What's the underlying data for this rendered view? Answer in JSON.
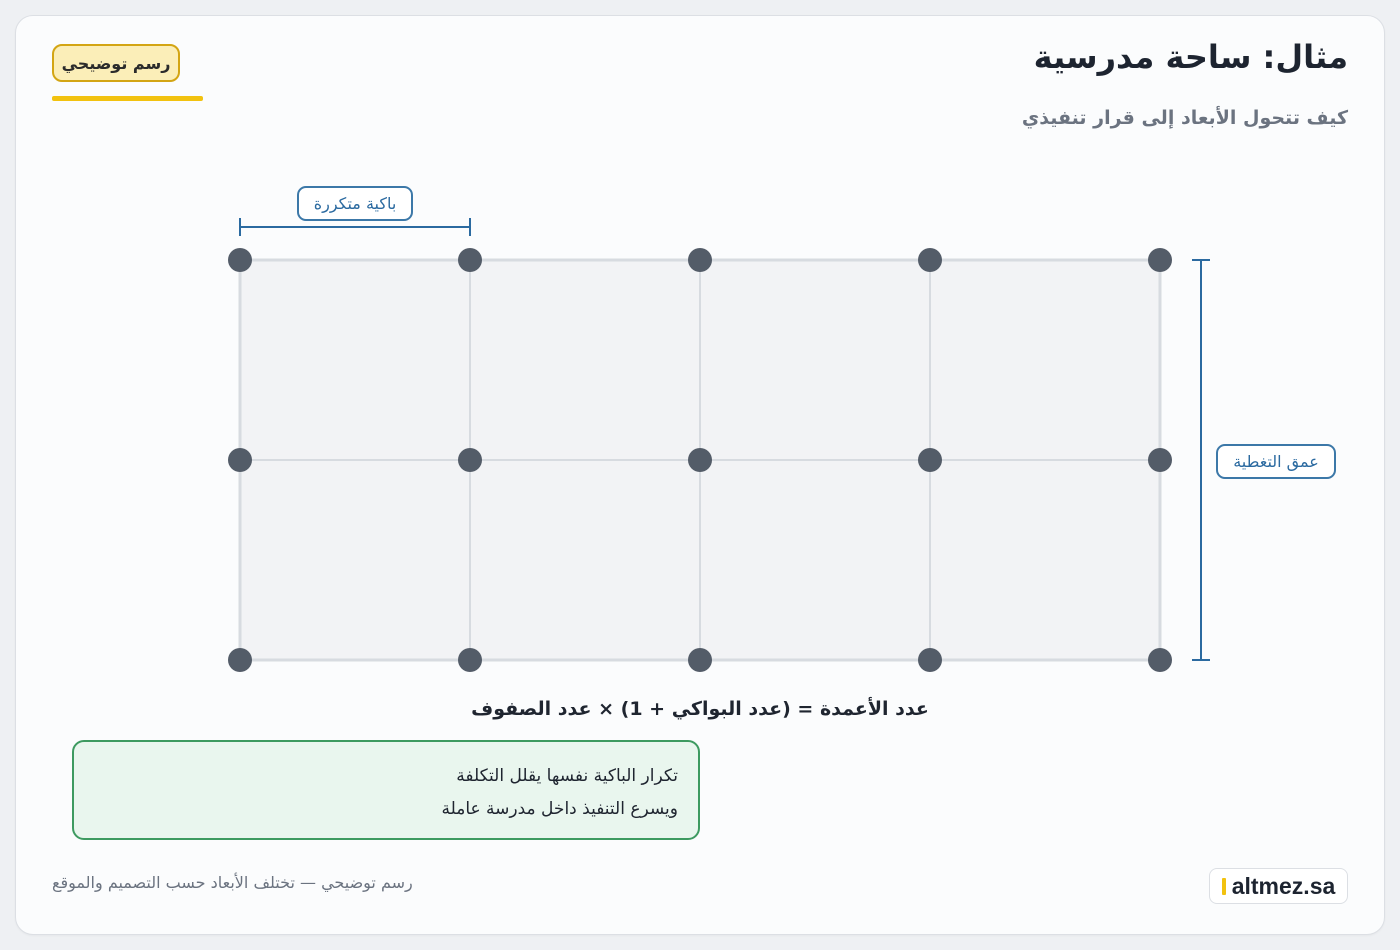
{
  "header": {
    "title": "مثال: ساحة مدرسية",
    "subtitle": "كيف تتحول الأبعاد إلى قرار تنفيذي",
    "badge": "رسم توضيحي"
  },
  "diagram": {
    "bay_label": "باكية متكررة",
    "depth_label": "عمق التغطية",
    "bays": 4,
    "rows": 2,
    "formula": "عدد الأعمدة = (عدد البواكي + 1) × عدد الصفوف"
  },
  "note": {
    "line1": "تكرار الباكية نفسها يقلل التكلفة",
    "line2": "ويسرع التنفيذ داخل مدرسة عاملة"
  },
  "footer": {
    "caption": "رسم توضيحي — تختلف الأبعاد حسب التصميم والموقع",
    "brand": "altmez.sa"
  },
  "colors": {
    "column": "#535c68",
    "grid_fill": "#f2f3f5",
    "grid_line": "#d7dbe0",
    "dimension": "#2b6aa0",
    "badge_border": "#d3a514",
    "note_border": "#3d9a60"
  }
}
